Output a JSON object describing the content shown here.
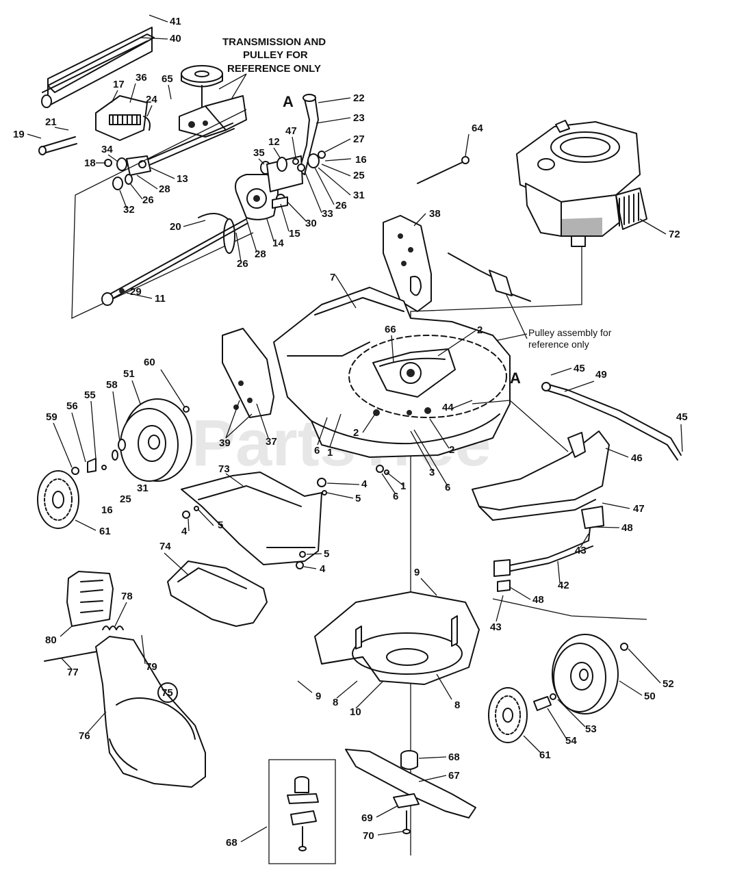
{
  "watermark": "PartsTree",
  "notes": {
    "transmission_line1": "TRANSMISSION AND",
    "transmission_line2": "PULLEY FOR",
    "transmission_line3": "REFERENCE ONLY",
    "pulley_line1": "Pulley assembly for",
    "pulley_line2": "reference only",
    "letter_a": "A"
  },
  "callouts": [
    "41",
    "40",
    "36",
    "17",
    "65",
    "24",
    "21",
    "19",
    "34",
    "18",
    "13",
    "28",
    "26",
    "32",
    "35",
    "12",
    "47",
    "22",
    "23",
    "27",
    "16",
    "25",
    "31",
    "26",
    "33",
    "30",
    "15",
    "14",
    "28",
    "26",
    "20",
    "11",
    "29",
    "64",
    "72",
    "38",
    "7",
    "66",
    "2",
    "2",
    "60",
    "51",
    "58",
    "55",
    "56",
    "59",
    "37",
    "39",
    "6",
    "1",
    "2",
    "3",
    "6",
    "44",
    "45",
    "49",
    "45",
    "46",
    "61",
    "73",
    "4",
    "5",
    "5",
    "4",
    "4",
    "5",
    "1",
    "6",
    "31",
    "25",
    "16",
    "47",
    "48",
    "43",
    "42",
    "48",
    "43",
    "74",
    "9",
    "80",
    "78",
    "79",
    "77",
    "75",
    "76",
    "8",
    "10",
    "8",
    "9",
    "52",
    "50",
    "53",
    "54",
    "61",
    "68",
    "67",
    "69",
    "70",
    "68"
  ]
}
